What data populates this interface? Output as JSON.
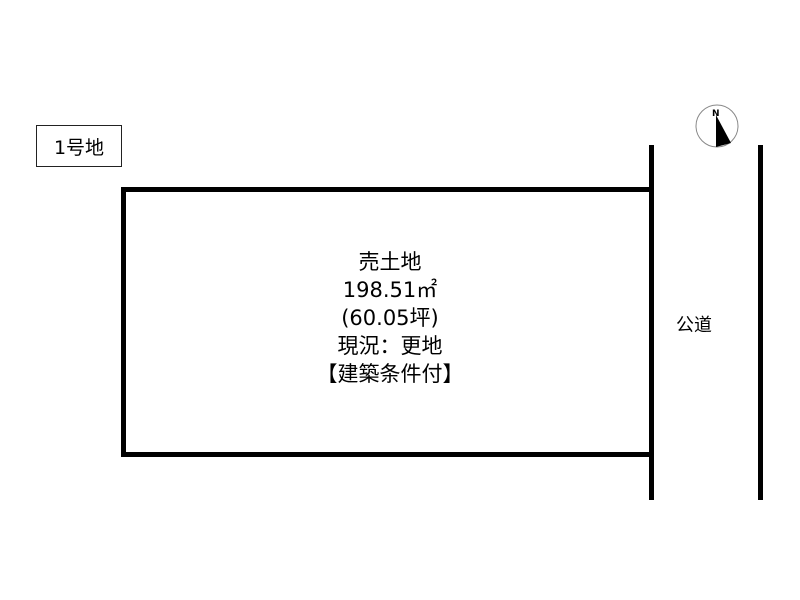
{
  "lot_label": "1号地",
  "lot": {
    "line1": "売土地",
    "line2": "198.51㎡",
    "line3": "(60.05坪)",
    "line4": "現況：更地",
    "line5": "【建築条件付】"
  },
  "road_label": "公道",
  "compass": {
    "north_label": "N"
  },
  "colors": {
    "line": "#000000",
    "background": "#ffffff"
  }
}
